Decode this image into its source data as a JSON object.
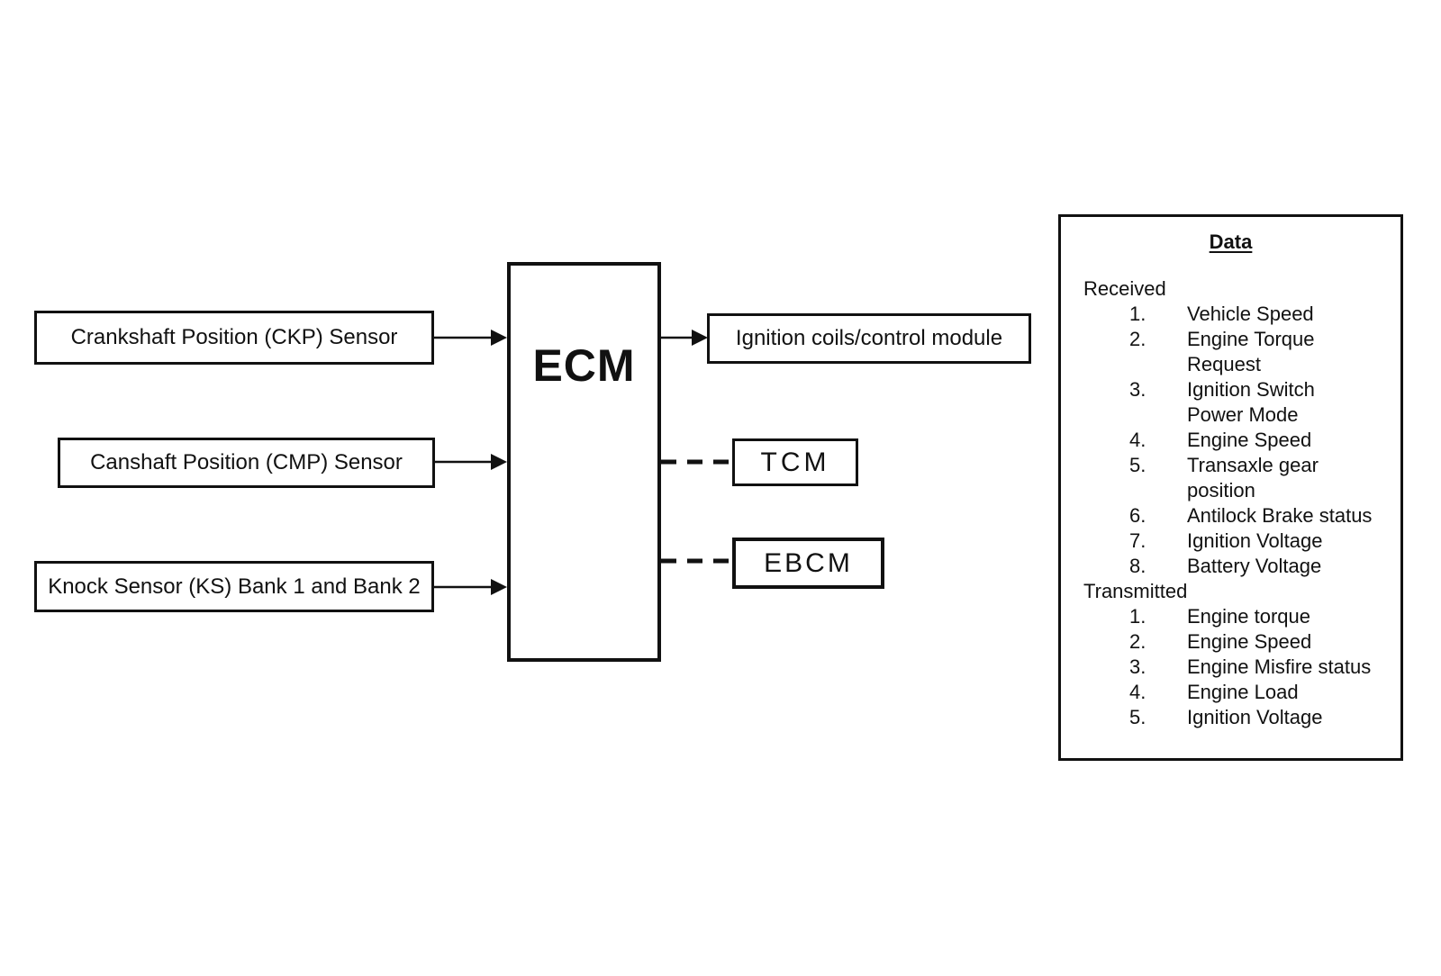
{
  "colors": {
    "ink": "#111111",
    "background": "#ffffff"
  },
  "diagram": {
    "ecm": {
      "label": "ECM"
    },
    "inputs": [
      {
        "label": "Crankshaft Position (CKP) Sensor",
        "connection": "solid-arrow"
      },
      {
        "label": "Canshaft Position (CMP) Sensor",
        "connection": "solid-arrow"
      },
      {
        "label": "Knock Sensor (KS) Bank 1 and Bank 2",
        "connection": "solid-arrow"
      }
    ],
    "outputs": [
      {
        "label": "Ignition coils/control module",
        "connection": "solid-arrow"
      },
      {
        "label": "TCM",
        "connection": "dashed"
      },
      {
        "label": "EBCM",
        "connection": "dashed"
      }
    ],
    "data_panel": {
      "title": "Data",
      "sections": [
        {
          "heading": "Received",
          "items": [
            {
              "num": "1.",
              "text": "Vehicle Speed"
            },
            {
              "num": "2.",
              "text": "Engine Torque\nRequest"
            },
            {
              "num": "3.",
              "text": "Ignition Switch\nPower Mode"
            },
            {
              "num": "4.",
              "text": "Engine Speed"
            },
            {
              "num": "5.",
              "text": "Transaxle gear\nposition"
            },
            {
              "num": "6.",
              "text": "Antilock Brake status"
            },
            {
              "num": "7.",
              "text": "Ignition Voltage"
            },
            {
              "num": "8.",
              "text": "Battery Voltage"
            }
          ]
        },
        {
          "heading": "Transmitted",
          "items": [
            {
              "num": "1.",
              "text": "Engine torque"
            },
            {
              "num": "2.",
              "text": "Engine Speed"
            },
            {
              "num": "3.",
              "text": "Engine Misfire status"
            },
            {
              "num": "4.",
              "text": "Engine Load"
            },
            {
              "num": "5.",
              "text": "Ignition Voltage"
            }
          ]
        }
      ]
    }
  }
}
